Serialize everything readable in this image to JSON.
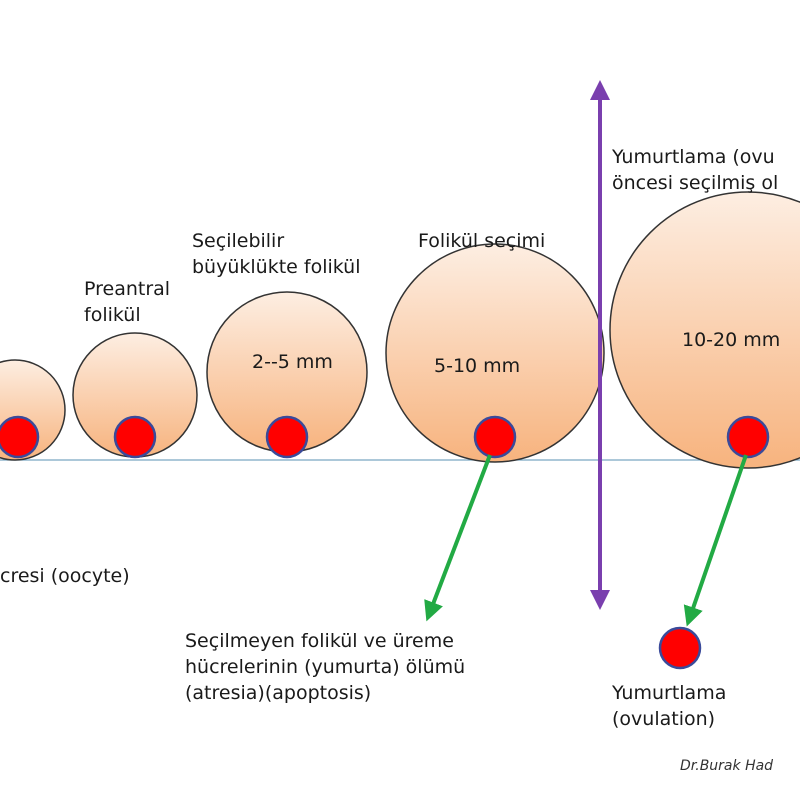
{
  "stages": [
    {
      "label": "",
      "size": ""
    },
    {
      "label": "Preantral\nfolikül",
      "size": ""
    },
    {
      "label": "Seçilebilir\nbüyüklükte folikül",
      "size": "2--5 mm"
    },
    {
      "label": "Folikül  seçimi",
      "size": "5-10 mm"
    },
    {
      "label": "Yumurtlama (ovu\nöncesi seçilmiş ol",
      "size": "10-20 mm"
    }
  ],
  "oocyte_label": "cresi (oocyte)",
  "atresia_label": "Seçilmeyen  folikül ve üreme\nhücrelerinin (yumurta) ölümü\n(atresia)(apoptosis)",
  "ovulation_label": "Yumurtlama\n(ovulation)",
  "credit": "Dr.Burak  Had",
  "colors": {
    "follicle_light": "#fdeee2",
    "follicle_dark": "#f7b37e",
    "oocyte": "#ff0000",
    "oocyte_stroke": "#3a4a9a",
    "baseline": "#7aa6c2",
    "green_arrow": "#22aa44",
    "purple_arrow": "#7a3fae"
  }
}
